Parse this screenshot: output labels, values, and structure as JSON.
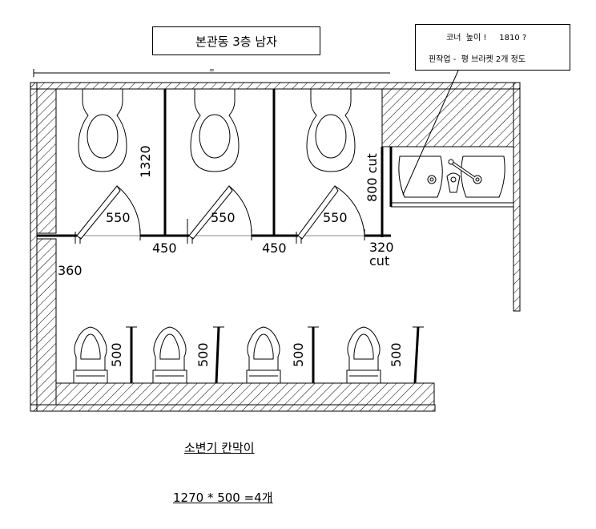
{
  "title": "본관동 3층 남자",
  "note": {
    "line1": "코너  높이 !     1810 ?",
    "line2": "핀작업 -  평 브라켓 2개 정도"
  },
  "dimensions": {
    "toilet_depth": "1320",
    "door_width": [
      "550",
      "550",
      "550"
    ],
    "gap_1": "450",
    "gap_2": "450",
    "left_offset": "360",
    "right_cut": "320",
    "right_cut_word": "cut",
    "vertical_cut": "800 cut",
    "urinal_depth": [
      "500",
      "500",
      "500",
      "500"
    ],
    "top_dim_mark": "="
  },
  "caption": {
    "heading": "소변기 칸막이",
    "spec": "1270 * 500 =4개"
  },
  "colors": {
    "line": "#000000",
    "hatch": "#000000",
    "wall_fill": "#ffffff",
    "door_line": "#888888"
  }
}
